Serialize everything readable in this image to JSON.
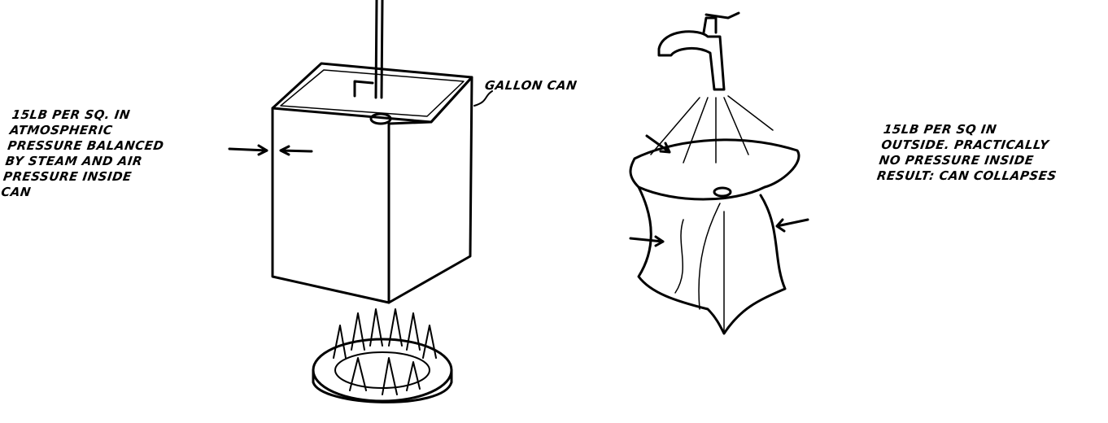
{
  "left_label": [
    "15LB PER SQ. IN",
    "ATMOSPHERIC",
    "PRESSURE BALANCED",
    "BY STEAM AND AIR",
    "PRESSURE INSIDE",
    "CAN"
  ],
  "can_label": "GALLON CAN",
  "right_label": [
    "15LB PER SQ IN",
    "OUTSIDE. PRACTICALLY",
    "NO PRESSURE INSIDE",
    "RESULT: CAN COLLAPSES"
  ]
}
